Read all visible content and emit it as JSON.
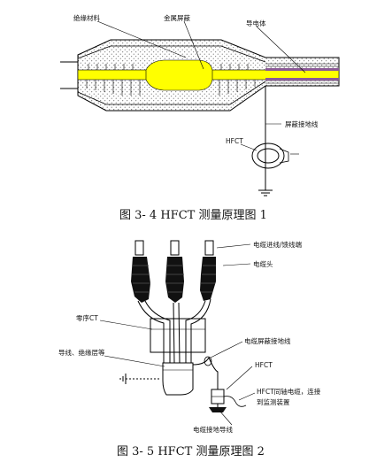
{
  "figure1": {
    "labels": {
      "insulation": "绝缘材料",
      "metal_shield": "金属屏蔽",
      "conductor": "导电体",
      "shield_ground": "屏蔽接地线",
      "hfct": "HFCT"
    },
    "caption": "图 3- 4 HFCT 测量原理图 1",
    "colors": {
      "semiconductor": "#ffff00",
      "conductor_core": "#e6e600",
      "insulation_dots": "#555555"
    }
  },
  "figure2": {
    "labels": {
      "cable_end": "电缆进线/馈线端",
      "cable_head": "电缆头",
      "zero_seq_ct": "零序CT",
      "shield_ground": "电缆屏蔽接地线",
      "wire_insulation": "导线、绝缘层等",
      "hfct": "HFCT",
      "hfct_coax": "HFCT同轴电缆，连接",
      "monitor_device": "到监测装置",
      "cable_ground_wire": "电缆接地导线"
    },
    "caption": "图 3- 5 HFCT 测量原理图 2"
  }
}
